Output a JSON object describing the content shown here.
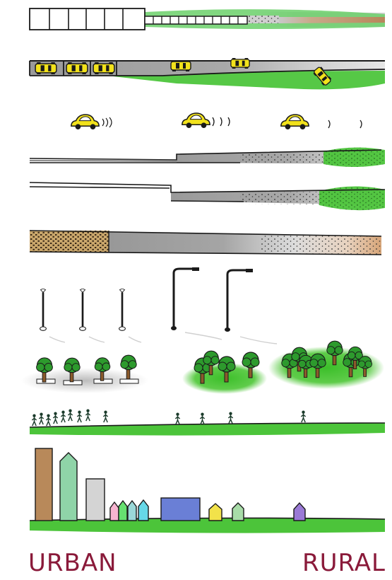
{
  "labels": {
    "urban": "URBAN",
    "rural": "RURAL"
  },
  "colors": {
    "ink": "#1a1a1a",
    "grass": "#3cbf2a",
    "asphalt": "#8f8f8f",
    "dirt": "#c98a55",
    "car": "#f2e21c",
    "brick": "#8a6a3a",
    "label": "#8a1a3a",
    "tree": "#2d9a2d",
    "trunk": "#8b5a2b"
  },
  "rows": [
    {
      "id": "road-surface-gradient",
      "icons": [
        "building-row",
        "fence",
        "gravel",
        "dirt-road"
      ]
    },
    {
      "id": "parking-gradient",
      "icons": [
        "car-icon",
        "car-icon",
        "car-icon",
        "car-icon",
        "car-icon",
        "car-icon"
      ]
    },
    {
      "id": "traffic-speed-gradient",
      "icons": [
        "car-icon",
        "car-icon",
        "car-icon"
      ]
    },
    {
      "id": "curb-gradient",
      "icons": [
        "curb",
        "road-edge",
        "gravel",
        "grass"
      ]
    },
    {
      "id": "road-edge-gradient",
      "icons": [
        "curb",
        "road-edge",
        "gravel",
        "grass"
      ]
    },
    {
      "id": "paving-gradient",
      "icons": [
        "brick-paving",
        "asphalt",
        "gravel",
        "dirt"
      ]
    },
    {
      "id": "lighting-gradient",
      "icons": [
        "streetlight-icon",
        "streetlight-icon",
        "streetlight-icon",
        "streetlight-icon",
        "streetlight-icon"
      ]
    },
    {
      "id": "trees-gradient",
      "icons": [
        "tree-icon"
      ]
    },
    {
      "id": "pedestrians-gradient",
      "icons": [
        "pedestrian-icon"
      ]
    },
    {
      "id": "buildings-gradient",
      "icons": [
        "building-icon"
      ]
    }
  ],
  "buildings": [
    {
      "color": "#b8895a"
    },
    {
      "color": "#8fd4a8"
    },
    {
      "color": "#d4d4d4"
    },
    {
      "color": "#f7b4d0"
    },
    {
      "color": "#66e070"
    },
    {
      "color": "#9ad8d8"
    },
    {
      "color": "#66d8e8"
    },
    {
      "color": "#6a7fd6"
    },
    {
      "color": "#f2e24a"
    },
    {
      "color": "#a8dca8"
    },
    {
      "color": "#9a7ad6"
    }
  ]
}
